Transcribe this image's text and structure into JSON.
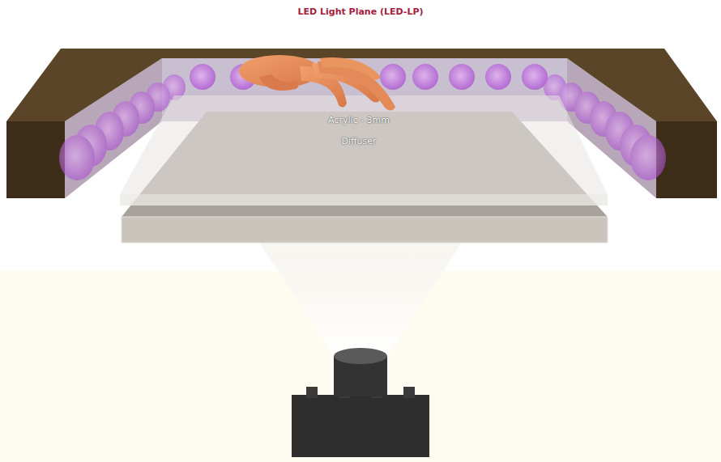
{
  "diagram": {
    "title": "LED Light Plane (LED-LP)",
    "labels": [
      "Acrylic - 3mm",
      "Diffuser"
    ]
  }
}
